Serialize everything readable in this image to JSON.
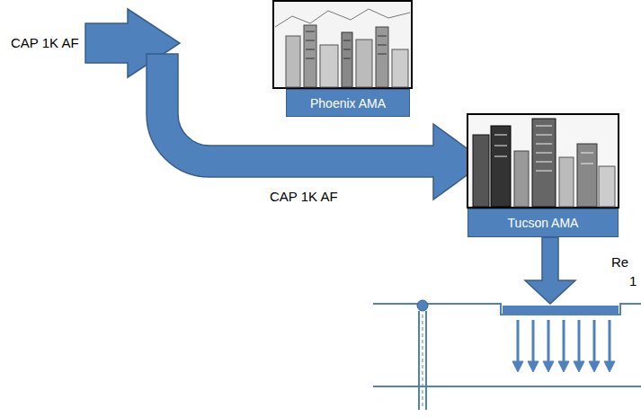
{
  "diagram": {
    "nodes": [
      {
        "text": [
          "Phoenix AMA"
        ]
      },
      {
        "text": [
          "Tucson AMA"
        ]
      }
    ],
    "labels": [
      "CAP 1K AF",
      "CAP 1K AF",
      "Re",
      "1"
    ]
  }
}
